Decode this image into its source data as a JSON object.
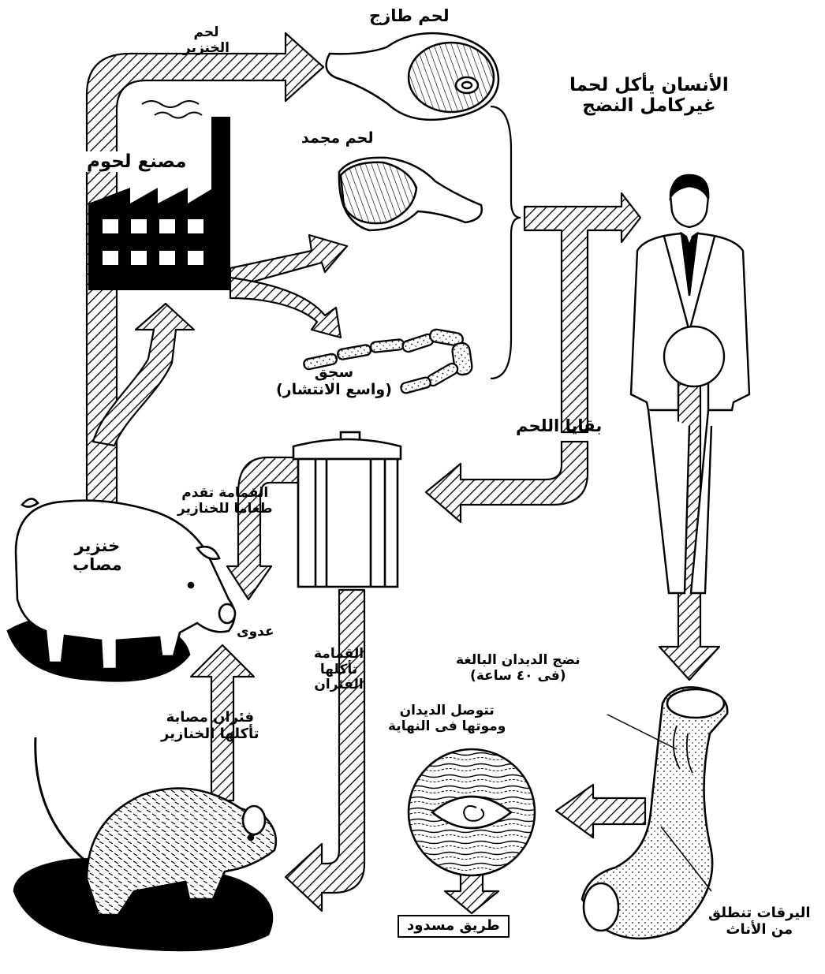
{
  "labels": {
    "fresh_pork": [
      "لحم",
      "الخنزير"
    ],
    "fresh_meat": "لحم طازج",
    "human_eats": [
      "الأنسان يأكل لحما",
      "غيركامل النضج"
    ],
    "meat_factory": "مصنع لحوم",
    "frozen_meat": "لحم مجمد",
    "sausage": [
      "سجق",
      "(واسع الانتشار)"
    ],
    "meat_scraps": "بقايا اللحم",
    "garbage_feeds_pigs": [
      "القمامة تقدم",
      "طعاما للخنازير"
    ],
    "infected_pig": [
      "خنزير",
      "مصاب"
    ],
    "infection": "عدوى",
    "garbage_eaten_by_rats": [
      "القمامة",
      "تأكلها",
      "الفئران"
    ],
    "infected_rats_eaten": [
      "فئران مصابة",
      "تأكلها الخنازير"
    ],
    "adult_worms_mature": [
      "نضج الديدان البالغة",
      "(فى ٤٠ ساعة)"
    ],
    "worms_arrive_die": [
      "تتوصل الديدان",
      "وموتها فى النهاية"
    ],
    "larvae_released": [
      "اليرقات تنطلق",
      "من الأناث"
    ],
    "dead_end": "طريق مسدود"
  },
  "colors": {
    "ink": "#000000",
    "paper": "#ffffff"
  }
}
